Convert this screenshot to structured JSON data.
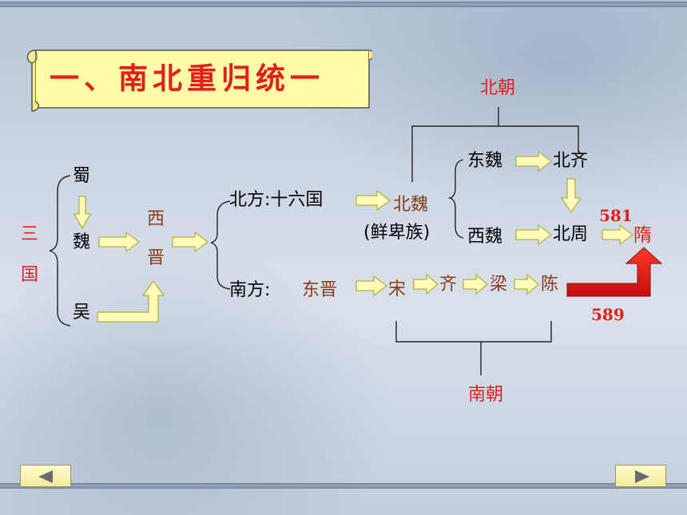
{
  "title": "一、南北重归统一",
  "three_kingdoms": {
    "label_chars": [
      "三",
      "国"
    ],
    "states": [
      "蜀",
      "魏",
      "吴"
    ]
  },
  "western_jin": [
    "西",
    "晋"
  ],
  "north": {
    "heading": "北方:十六国",
    "northern_wei": "北魏",
    "northern_wei_note": "(鲜卑族)",
    "eastern_wei": "东魏",
    "northern_qi": "北齐",
    "western_wei": "西魏",
    "northern_zhou": "北周",
    "group_label": "北朝",
    "year": "581"
  },
  "south": {
    "heading": "南方:",
    "eastern_jin": "东晋",
    "song": "宋",
    "qi": "齐",
    "liang": "梁",
    "chen": "陈",
    "group_label": "南朝",
    "year": "589"
  },
  "sui": "隋",
  "colors": {
    "arrow_fill": "#fffbb8",
    "arrow_stroke": "#b8b040",
    "red": "#e0201c",
    "brown": "#8b3a1a",
    "title_bg": "#fffba6"
  },
  "nav": {
    "prev_icon": "left-triangle-icon",
    "next_icon": "right-triangle-icon"
  }
}
